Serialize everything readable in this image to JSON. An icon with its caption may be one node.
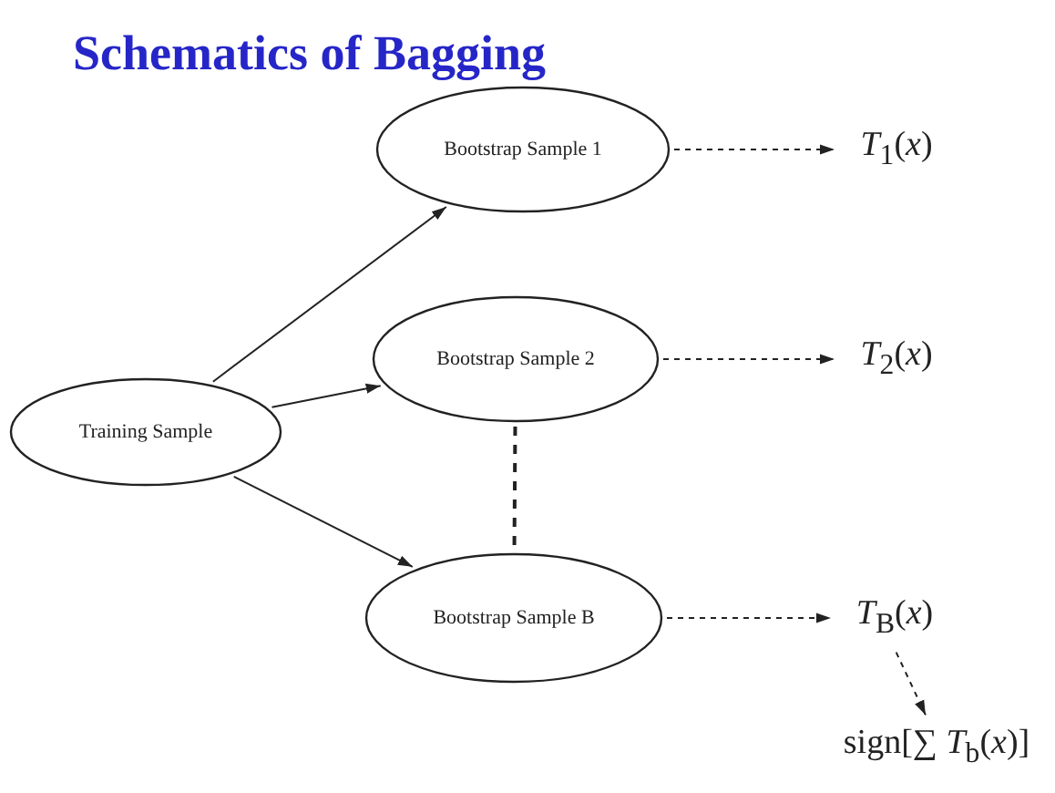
{
  "diagram": {
    "title": "Schematics of Bagging",
    "nodes": [
      {
        "text": [
          "Training Sample"
        ]
      },
      {
        "text": [
          "Bootstrap Sample 1"
        ]
      },
      {
        "text": [
          "Bootstrap Sample 2"
        ]
      },
      {
        "text": [
          "Bootstrap Sample B"
        ]
      },
      {
        "text": [
          "*T*$_{1}$(*x*)"
        ]
      },
      {
        "text": [
          "*T*$_{2}$(*x*)"
        ]
      },
      {
        "text": [
          "*T*$_{B}$(*x*)"
        ]
      },
      {
        "text": [
          "sign[∑ *T*$_{b}$(*x*)]"
        ]
      }
    ],
    "edges": [
      {
        "from": 0,
        "to": 1,
        "arrow": "to"
      },
      {
        "from": 0,
        "to": 2,
        "arrow": "to"
      },
      {
        "from": 0,
        "to": 3,
        "arrow": "to"
      },
      {
        "from": 1,
        "to": 4,
        "arrow": "to",
        "style": "dashed"
      },
      {
        "from": 2,
        "to": 5,
        "arrow": "to",
        "style": "dashed"
      },
      {
        "from": 2,
        "to": 3,
        "arrow": "none",
        "style": "dashed"
      },
      {
        "from": 3,
        "to": 6,
        "arrow": "to",
        "style": "dashed"
      },
      {
        "from": 6,
        "to": 7,
        "arrow": "to",
        "style": "dashed"
      }
    ]
  }
}
